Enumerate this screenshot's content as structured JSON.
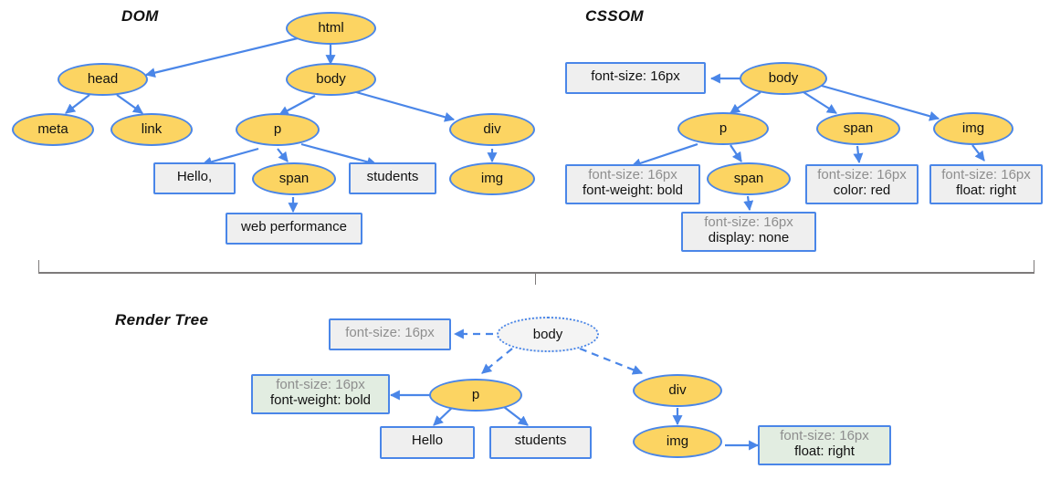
{
  "diagram": {
    "background_color": "#ffffff",
    "node_fill": "#fcd462",
    "node_stroke": "#4a86e8",
    "box_fill": "#efefef",
    "box_fill_green": "#e2ede1",
    "inherited_text_color": "#8e8e8e",
    "own_text_color": "#111111",
    "divider_color": "#7d7a7a"
  },
  "sections": {
    "dom": {
      "title": "DOM"
    },
    "cssom": {
      "title": "CSSOM"
    },
    "render_tree": {
      "title": "Render Tree"
    }
  },
  "dom_nodes": {
    "html": "html",
    "head": "head",
    "body": "body",
    "meta": "meta",
    "link": "link",
    "p": "p",
    "div": "div",
    "hello": "Hello,",
    "span": "span",
    "students": "students",
    "img": "img",
    "web_performance": "web performance"
  },
  "cssom_nodes": {
    "body": "body",
    "p": "p",
    "span_child": "span",
    "span": "span",
    "img": "img"
  },
  "cssom_boxes": {
    "body_rules": {
      "lines": [
        {
          "text": "font-size: 16px",
          "inherited": false
        }
      ]
    },
    "p_rules": {
      "lines": [
        {
          "text": "font-size: 16px",
          "inherited": true
        },
        {
          "text": "font-weight: bold",
          "inherited": false
        }
      ]
    },
    "span_child_rules": {
      "lines": [
        {
          "text": "font-size: 16px",
          "inherited": true
        },
        {
          "text": "display: none",
          "inherited": false
        }
      ]
    },
    "span_rules": {
      "lines": [
        {
          "text": "font-size: 16px",
          "inherited": true
        },
        {
          "text": "color: red",
          "inherited": false
        }
      ]
    },
    "img_rules": {
      "lines": [
        {
          "text": "font-size: 16px",
          "inherited": true
        },
        {
          "text": "float: right",
          "inherited": false
        }
      ]
    }
  },
  "render_nodes": {
    "body": "body",
    "p": "p",
    "div": "div",
    "hello": "Hello",
    "students": "students",
    "img": "img"
  },
  "render_boxes": {
    "body_rules": {
      "lines": [
        {
          "text": "font-size: 16px",
          "inherited": true
        }
      ]
    },
    "p_rules": {
      "lines": [
        {
          "text": "font-size: 16px",
          "inherited": true
        },
        {
          "text": "font-weight: bold",
          "inherited": false
        }
      ]
    },
    "img_rules": {
      "lines": [
        {
          "text": "font-size: 16px",
          "inherited": true
        },
        {
          "text": "float: right",
          "inherited": false
        }
      ]
    }
  }
}
